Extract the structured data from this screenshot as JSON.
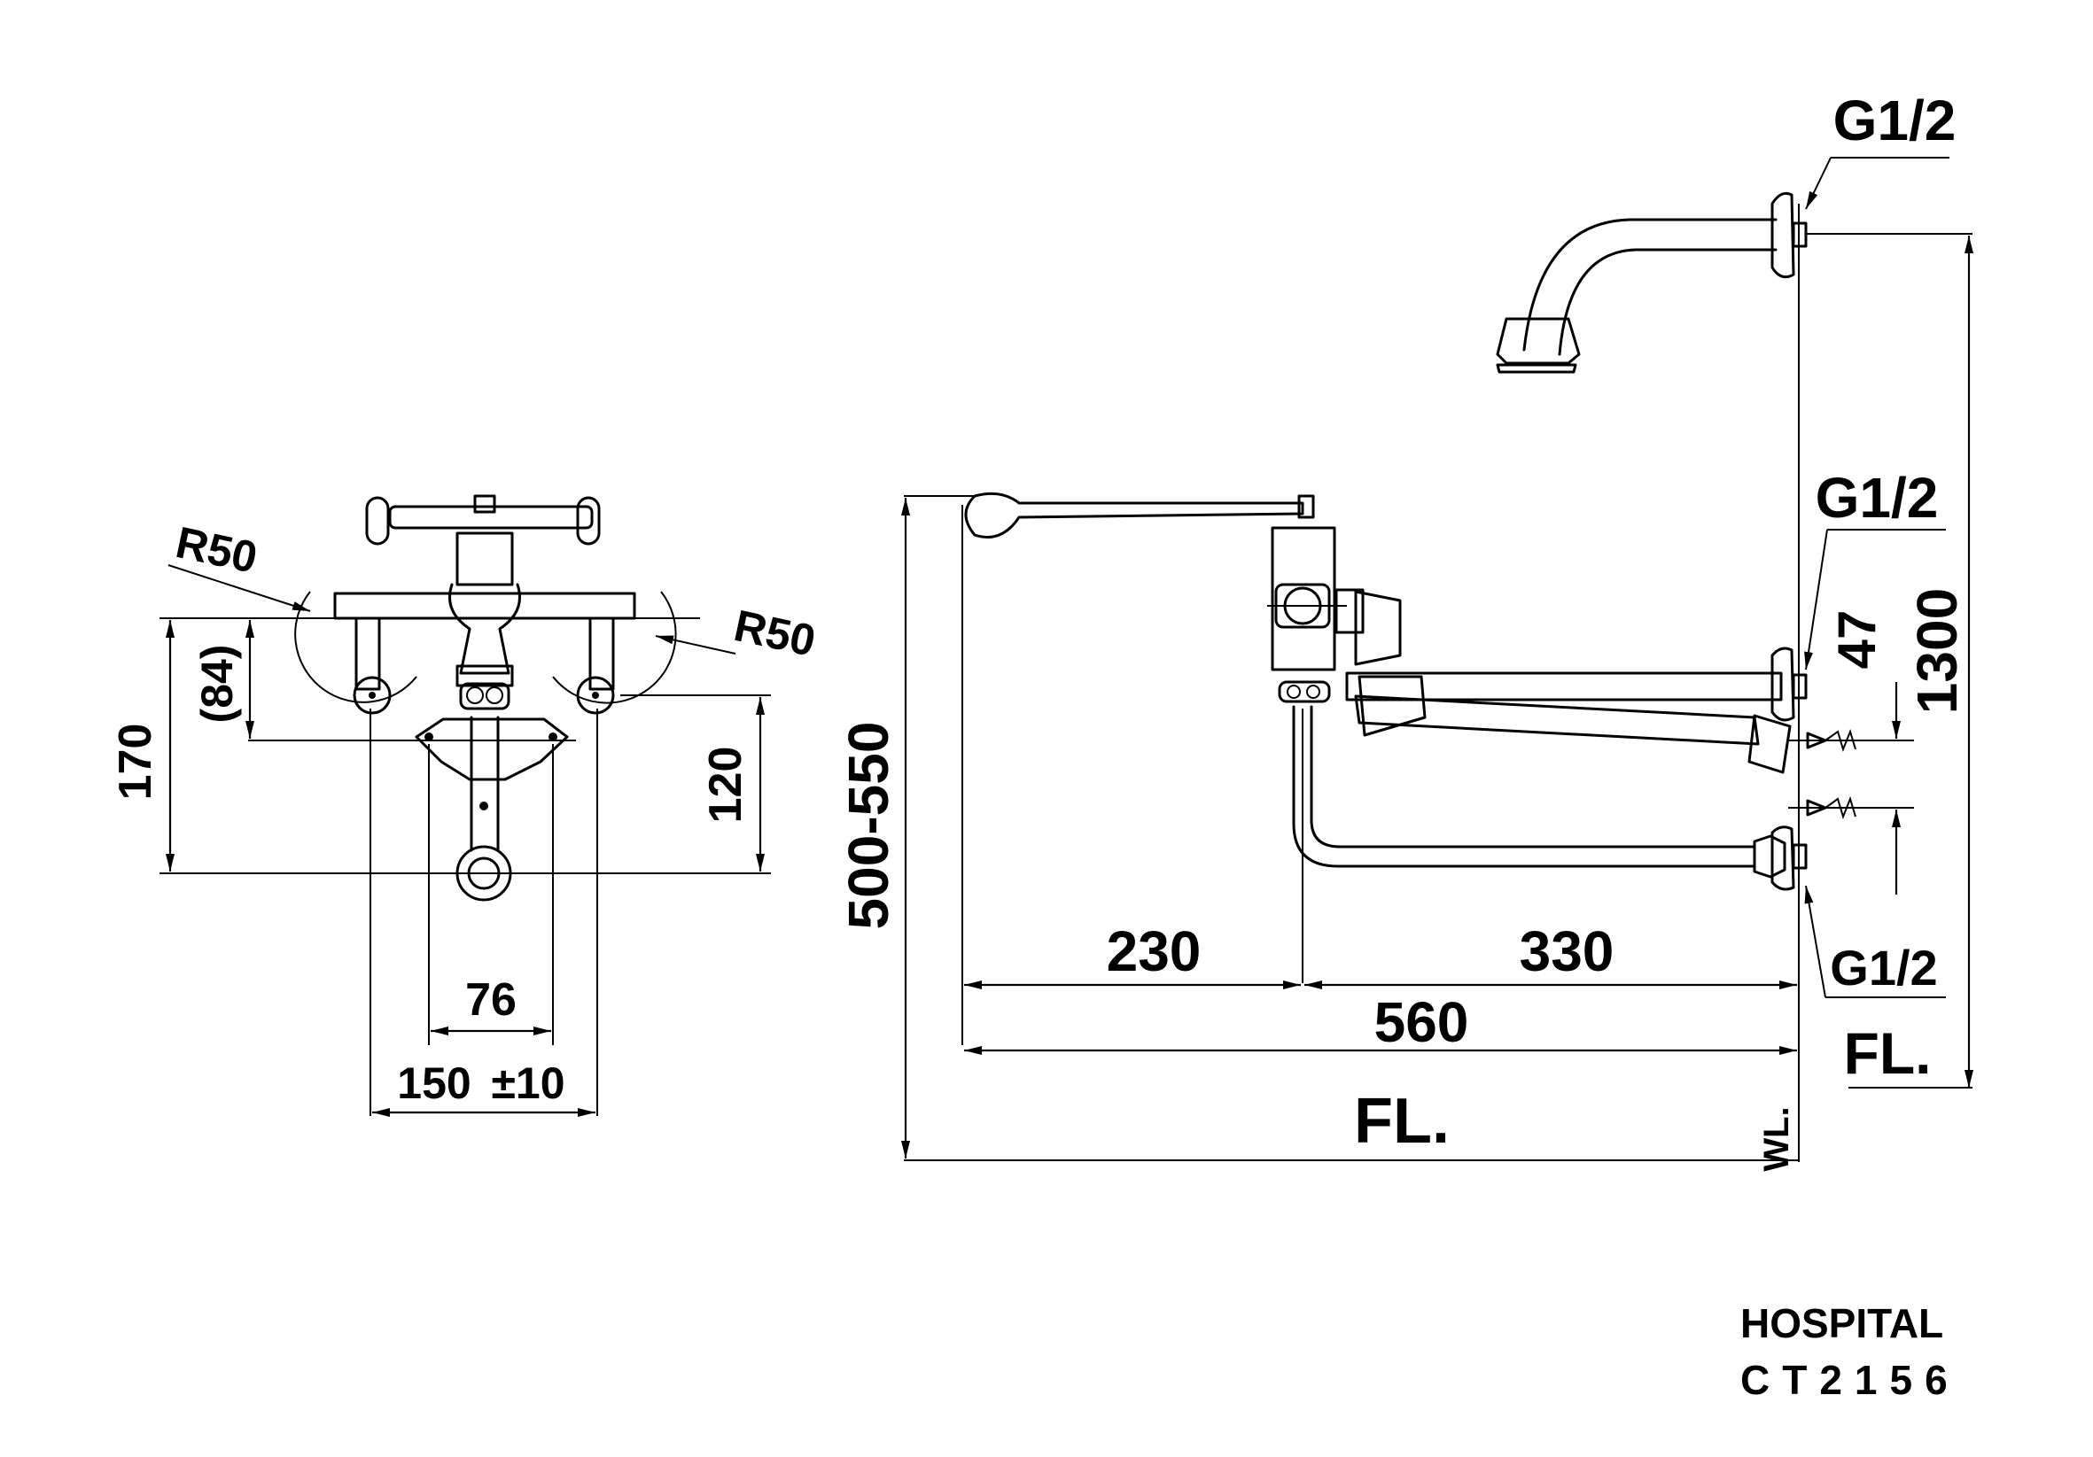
{
  "drawing": {
    "product_line": "HOSPITAL",
    "model": "CT2156"
  },
  "front_view": {
    "dims": {
      "radius_left": "R50",
      "radius_right": "R50",
      "d84": "(84)",
      "d170": "170",
      "d120": "120",
      "d76": "76",
      "d150": "150",
      "d150_tol": "±10"
    }
  },
  "side_view": {
    "dims": {
      "d500_550": "500-550",
      "d230": "230",
      "d330": "330",
      "d560": "560",
      "d47": "47",
      "d1300": "1300",
      "fl_bottom": "FL.",
      "fl_right": "FL.",
      "wl": "WL.",
      "thread_top": "G1/2",
      "thread_mid": "G1/2",
      "thread_bottom": "G1/2"
    }
  },
  "colors": {
    "line": "#000000",
    "background": "#ffffff"
  }
}
